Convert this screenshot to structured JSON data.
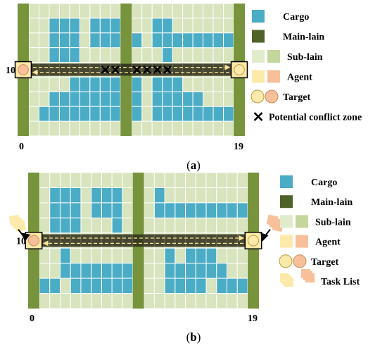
{
  "colors": {
    "cargo": "#4bacc6",
    "main_lain": "#77933c",
    "sub_lain": "#c3d69b",
    "sub_lain_alt": "#d7e4bd",
    "grid_line": "#ffffff",
    "agent_a": "#fde9a9",
    "agent_b": "#f8c09a",
    "target_a": "#fde9a9",
    "target_b": "#f8c09a",
    "corridor": "#2c2c1a",
    "arrow": "#ffe699",
    "legend_main_lain": "#4f6228",
    "conflict_mark": "#000000"
  },
  "panels": [
    {
      "id": "a",
      "caption_letter": "a",
      "row_label": "10",
      "x_label_start": "0",
      "x_label_end": "19",
      "cargo_blocks": [
        {
          "c0": 2,
          "c1": 5,
          "r0": 1,
          "r1": 4
        },
        {
          "c0": 6,
          "c1": 9,
          "r0": 1,
          "r1": 3
        },
        {
          "c0": 9,
          "c1": 10,
          "r0": 2,
          "r1": 3
        },
        {
          "c0": 11,
          "c1": 13,
          "r0": 1,
          "r1": 3
        },
        {
          "c0": 13,
          "c1": 19,
          "r0": 2,
          "r1": 3
        },
        {
          "c0": 12,
          "c1": 13,
          "r0": 3,
          "r1": 4
        },
        {
          "c0": 4,
          "c1": 10,
          "r0": 5,
          "r1": 7
        },
        {
          "c0": 2,
          "c1": 4,
          "r0": 6,
          "r1": 7
        },
        {
          "c0": 1,
          "c1": 10,
          "r0": 7,
          "r1": 8
        },
        {
          "c0": 11,
          "c1": 14,
          "r0": 5,
          "r1": 7
        },
        {
          "c0": 14,
          "c1": 16,
          "r0": 6,
          "r1": 7
        },
        {
          "c0": 11,
          "c1": 19,
          "r0": 7,
          "r1": 8
        }
      ],
      "conflict_cols": [
        7,
        8,
        9,
        10,
        11,
        12
      ],
      "legend": {
        "cargo": "Cargo",
        "main_lain": "Main-lain",
        "sub_lain": "Sub-lain",
        "agent": "Agent",
        "target": "Target",
        "conflict": "Potential conflict zone"
      }
    },
    {
      "id": "b",
      "caption_letter": "b",
      "row_label": "10",
      "x_label_start": "0",
      "x_label_end": "19",
      "cargo_blocks": [
        {
          "c0": 1,
          "c1": 4,
          "r0": 1,
          "r1": 4
        },
        {
          "c0": 5,
          "c1": 8,
          "r0": 1,
          "r1": 3
        },
        {
          "c0": 7,
          "c1": 8,
          "r0": 3,
          "r1": 4
        },
        {
          "c0": 10,
          "c1": 11,
          "r0": 1,
          "r1": 3
        },
        {
          "c0": 10,
          "c1": 19,
          "r0": 2,
          "r1": 3
        },
        {
          "c0": 2,
          "c1": 3,
          "r0": 5,
          "r1": 6
        },
        {
          "c0": 2,
          "c1": 5,
          "r0": 6,
          "r1": 7
        },
        {
          "c0": 5,
          "c1": 9,
          "r0": 6,
          "r1": 7
        },
        {
          "c0": 0,
          "c1": 2,
          "r0": 7,
          "r1": 8
        },
        {
          "c0": 3,
          "c1": 9,
          "r0": 7,
          "r1": 8
        },
        {
          "c0": 11,
          "c1": 12,
          "r0": 5,
          "r1": 6
        },
        {
          "c0": 13,
          "c1": 16,
          "r0": 5,
          "r1": 6
        },
        {
          "c0": 11,
          "c1": 17,
          "r0": 6,
          "r1": 7
        },
        {
          "c0": 11,
          "c1": 15,
          "r0": 7,
          "r1": 8
        },
        {
          "c0": 16,
          "c1": 19,
          "r0": 7,
          "r1": 8
        }
      ],
      "conflict_cols": [],
      "legend": {
        "cargo": "Cargo",
        "main_lain": "Main-lain",
        "sub_lain": "Sub-lain",
        "agent": "Agent",
        "target": "Target",
        "task_list": "Task List"
      }
    }
  ]
}
